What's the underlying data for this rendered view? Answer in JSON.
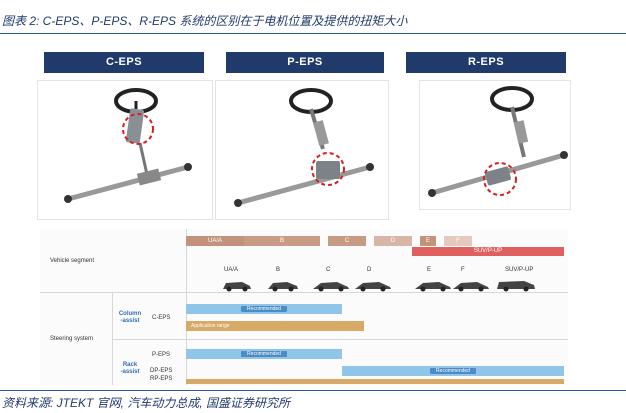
{
  "caption": {
    "title": "图表 2:  C-EPS、P-EPS、R-EPS 系统的区别在于电机位置及提供的扭矩大小",
    "source": "资料来源:  JTEKT 官网,  汽车动力总成,  国盛证券研究所"
  },
  "panels": [
    {
      "label": "C-EPS"
    },
    {
      "label": "P-EPS"
    },
    {
      "label": "R-EPS"
    }
  ],
  "table": {
    "vehicle_segment_label": "Vehicle segment",
    "steering_system_label": "Steering system",
    "segments": [
      "UA/A",
      "B",
      "C",
      "D",
      "E",
      "F"
    ],
    "suv_label": "SUV/P-UP",
    "car_labels": [
      "UA/A",
      "B",
      "C",
      "D",
      "E",
      "F",
      "SUV/P-UP"
    ],
    "column_assist_label": "Column\n-assist",
    "rack_assist_label": "Rack\n-assist",
    "rows": [
      {
        "name": "C-EPS",
        "recommended": "Recommended",
        "application": "Application range"
      },
      {
        "name": "P-EPS",
        "recommended": "Recommended"
      },
      {
        "name": "DP-EPS",
        "recommended": "Recommended"
      },
      {
        "name": "RP-EPS"
      }
    ]
  },
  "colors": {
    "navy": "#1f3a6b",
    "segment_brown": "#c2927c",
    "suv_red": "#e06060",
    "recommended_blue": "#8ec5e8",
    "application_tan": "#d6a966",
    "marker_red": "#d42020"
  }
}
